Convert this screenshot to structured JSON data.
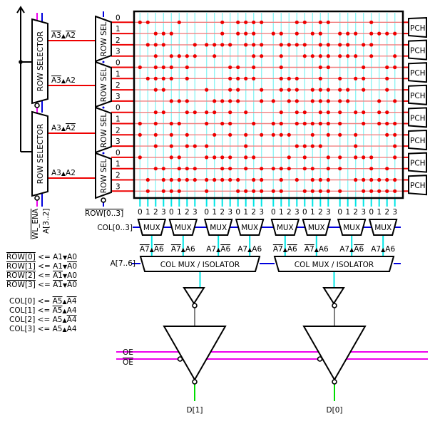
{
  "title": "SRAM array read path",
  "colors": {
    "wordline": "#ee0000",
    "wordline_light": "#f08080",
    "bitline": "#00e6e6",
    "bitline_light": "#8ff5f5",
    "address_bus": "#0000dd",
    "enable": "#ee00ee",
    "output": "#00dd00",
    "internal": "#808080",
    "cell": "#ee0000",
    "stroke": "#000000"
  },
  "row_selectors": [
    {
      "label": "ROW SELECTOR",
      "outputs": [
        {
          "label": "A3∧A2",
          "bars": [
            true,
            true
          ]
        },
        {
          "label": "A3∧A2",
          "bars": [
            true,
            false
          ]
        }
      ]
    },
    {
      "label": "ROW SELECTOR",
      "outputs": [
        {
          "label": "A3∧A2",
          "bars": [
            false,
            true
          ]
        },
        {
          "label": "A3∧A2",
          "bars": [
            false,
            false
          ]
        }
      ]
    }
  ],
  "row_selector_inputs": {
    "enable": "WL_ENA",
    "address": "A[3..2]"
  },
  "row_sel_blocks": {
    "label": "ROW SEL",
    "count": 4,
    "outputs": [
      "0",
      "1",
      "2",
      "3"
    ],
    "input_bus": "ROW[0..3]"
  },
  "precharge": {
    "label": "PCH",
    "count": 8
  },
  "array": {
    "rows": 16,
    "cols": 32,
    "cells": [
      [
        0,
        1,
        5,
        10,
        12,
        13,
        14,
        15,
        19,
        20,
        22,
        23,
        28
      ],
      [
        2,
        3,
        4,
        10,
        12,
        13,
        14,
        16,
        17,
        19,
        21,
        22,
        24,
        25,
        26,
        28,
        29,
        30,
        31
      ],
      [
        1,
        2,
        3,
        7,
        8,
        9,
        10,
        11,
        13,
        14,
        15,
        17,
        18,
        19,
        20,
        22,
        23,
        24,
        25,
        27,
        28
      ],
      [
        2,
        4,
        5,
        6,
        7,
        9,
        14,
        15,
        17,
        20,
        21,
        22,
        23,
        24,
        25,
        26,
        28,
        31
      ],
      [
        0,
        2,
        3,
        4,
        6,
        11,
        12,
        14,
        17,
        22,
        23,
        27,
        30,
        31
      ],
      [
        1,
        2,
        3,
        4,
        6,
        11,
        12,
        13,
        14,
        17,
        18,
        19,
        22,
        24,
        26,
        27,
        30
      ],
      [
        2,
        3,
        8,
        11,
        12,
        15,
        17,
        18,
        19,
        21,
        22,
        23,
        24,
        25,
        27,
        30
      ],
      [
        4,
        5,
        6,
        9,
        10,
        11,
        12,
        15,
        16,
        18,
        19,
        21,
        22,
        23,
        24,
        25,
        29,
        31
      ],
      [
        2,
        3,
        6,
        7,
        8,
        9,
        11,
        13,
        17,
        19,
        20,
        22,
        23,
        24,
        26,
        27,
        29,
        30
      ],
      [
        0,
        2,
        4,
        5,
        8,
        10,
        11,
        14,
        16,
        17,
        19,
        20,
        21,
        22,
        23,
        24,
        27,
        29,
        30,
        31
      ],
      [
        0,
        2,
        4,
        6,
        9,
        11,
        13,
        15,
        16,
        17,
        18,
        21,
        23,
        24,
        26,
        30,
        31
      ],
      [
        2,
        4,
        6,
        7,
        8,
        13,
        19,
        20,
        21,
        22,
        26,
        31
      ],
      [
        0,
        4,
        5,
        8,
        9,
        10,
        11,
        13,
        14,
        18,
        20,
        23,
        24,
        26,
        27,
        28,
        31
      ],
      [
        2,
        3,
        5,
        6,
        7,
        10,
        11,
        13,
        15,
        16,
        17,
        18,
        20,
        21,
        23,
        24,
        28,
        30
      ],
      [
        1,
        3,
        4,
        5,
        6,
        7,
        8,
        9,
        10,
        11,
        12,
        14,
        15,
        17,
        19,
        21,
        22,
        23,
        26,
        27,
        28,
        29,
        30,
        31
      ],
      [
        1,
        3,
        4,
        5,
        8,
        12,
        13,
        14,
        15,
        16,
        17,
        20,
        21,
        22,
        23,
        24,
        27,
        28,
        29,
        30,
        31
      ]
    ]
  },
  "column_mux": {
    "label": "MUX",
    "count": 8,
    "column_labels": [
      "0",
      "1",
      "2",
      "3"
    ],
    "select_bus": "COL[0..3]"
  },
  "col_mux_isolators": [
    {
      "label": "COL MUX / ISOLATOR",
      "input_bus": "A[7..6]",
      "selects": [
        {
          "label": "A7∧A6",
          "bars": [
            true,
            true
          ]
        },
        {
          "label": "A7∧A6",
          "bars": [
            true,
            false
          ]
        },
        {
          "label": "A7∧A6",
          "bars": [
            false,
            true
          ]
        },
        {
          "label": "A7∧A6",
          "bars": [
            false,
            false
          ]
        }
      ]
    },
    {
      "label": "COL MUX / ISOLATOR",
      "selects": [
        {
          "label": "A7∧A6",
          "bars": [
            true,
            true
          ]
        },
        {
          "label": "A7∧A6",
          "bars": [
            true,
            false
          ]
        },
        {
          "label": "A7∧A6",
          "bars": [
            false,
            true
          ]
        },
        {
          "label": "A7∧A6",
          "bars": [
            false,
            false
          ]
        }
      ]
    }
  ],
  "equations": {
    "row": [
      {
        "lhs": "ROW[0]",
        "op": "<=",
        "a": "A1",
        "a_bar": false,
        "gate": "∨",
        "b": "A0",
        "b_bar": false
      },
      {
        "lhs": "ROW[1]",
        "op": "<=",
        "a": "A1",
        "a_bar": false,
        "gate": "∨",
        "b": "A0",
        "b_bar": true
      },
      {
        "lhs": "ROW[2]",
        "op": "<=",
        "a": "A1",
        "a_bar": true,
        "gate": "∨",
        "b": "A0",
        "b_bar": false
      },
      {
        "lhs": "ROW[3]",
        "op": "<=",
        "a": "A1",
        "a_bar": true,
        "gate": "∨",
        "b": "A0",
        "b_bar": true
      }
    ],
    "col": [
      {
        "lhs": "COL[0]",
        "op": "<=",
        "a": "A5",
        "a_bar": true,
        "gate": "∧",
        "b": "A4",
        "b_bar": true
      },
      {
        "lhs": "COL[1]",
        "op": "<=",
        "a": "A5",
        "a_bar": true,
        "gate": "∧",
        "b": "A4",
        "b_bar": false
      },
      {
        "lhs": "COL[2]",
        "op": "<=",
        "a": "A5",
        "a_bar": false,
        "gate": "∧",
        "b": "A4",
        "b_bar": true
      },
      {
        "lhs": "COL[3]",
        "op": "<=",
        "a": "A5",
        "a_bar": false,
        "gate": "∧",
        "b": "A4",
        "b_bar": false
      }
    ]
  },
  "output_enable": {
    "oe": "OE",
    "oe_bar": "OE"
  },
  "outputs": [
    "D[1]",
    "D[0]"
  ]
}
